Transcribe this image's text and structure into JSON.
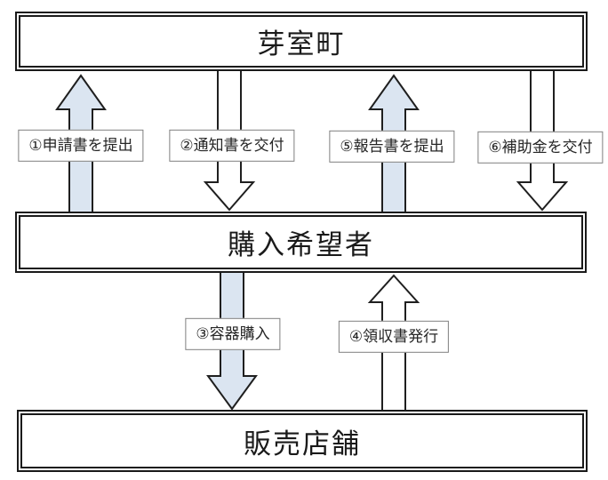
{
  "diagram": {
    "nodes": [
      {
        "id": "town",
        "label": "芽室町"
      },
      {
        "id": "purchaser",
        "label": "購入希望者"
      },
      {
        "id": "store",
        "label": "販売店舗"
      }
    ],
    "arrows": [
      {
        "id": "1",
        "label": "①申請書を提出",
        "direction": "up",
        "from": "purchaser",
        "to": "town",
        "fill": "#dbe5f1"
      },
      {
        "id": "2",
        "label": "②通知書を交付",
        "direction": "down",
        "from": "town",
        "to": "purchaser",
        "fill": "#ffffff"
      },
      {
        "id": "3",
        "label": "③容器購入",
        "direction": "down",
        "from": "purchaser",
        "to": "store",
        "fill": "#dbe5f1"
      },
      {
        "id": "4",
        "label": "④領収書発行",
        "direction": "up",
        "from": "store",
        "to": "purchaser",
        "fill": "#ffffff"
      },
      {
        "id": "5",
        "label": "⑤報告書を提出",
        "direction": "up",
        "from": "purchaser",
        "to": "town",
        "fill": "#dbe5f1"
      },
      {
        "id": "6",
        "label": "⑥補助金を交付",
        "direction": "down",
        "from": "town",
        "to": "purchaser",
        "fill": "#ffffff"
      }
    ],
    "colors": {
      "arrow_outline": "#1f1f1f",
      "arrow_fill_blue": "#dbe5f1",
      "arrow_fill_white": "#ffffff",
      "box_border": "#1a1a1a",
      "label_border": "#7f7f7f",
      "text": "#1a1a1a"
    }
  }
}
